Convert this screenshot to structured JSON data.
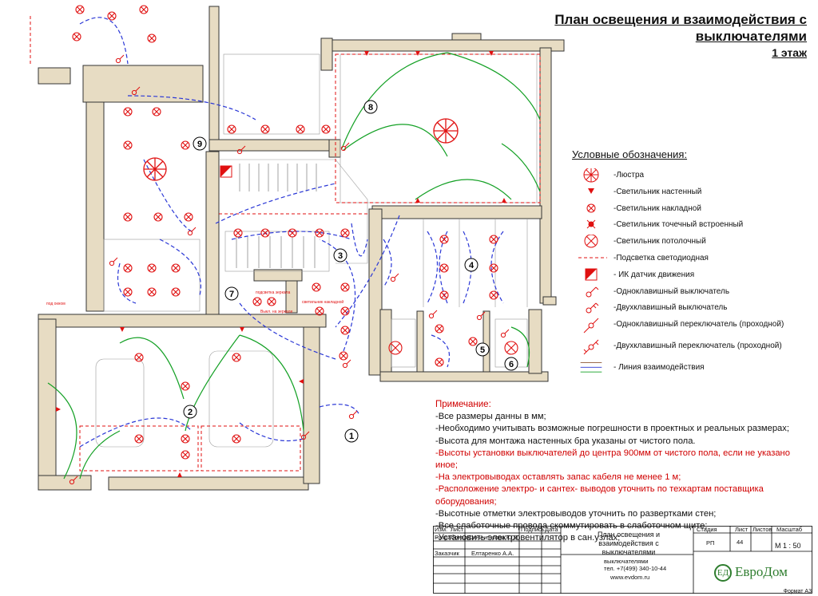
{
  "title": {
    "line1": "План освещения и взаимодействия с",
    "line2": "выключателями",
    "line3": "1 этаж"
  },
  "rooms": [
    "1",
    "2",
    "3",
    "4",
    "5",
    "6",
    "7",
    "8",
    "9"
  ],
  "plan_notes": {
    "a": "подсветка зеркала",
    "b": "Выкл. на зеркале",
    "c": "светильник накладной",
    "d": "под окном"
  },
  "legend": {
    "heading": "Условные обозначения:",
    "items": [
      "-Люстра",
      "-Светильник настенный",
      "-Светильник накладной",
      "-Светильник точечный встроенный",
      "-Светильник потолочный",
      "-Подсветка светодиодная",
      "- ИК датчик движения",
      "-Одноклавишный выключатель",
      "-Двухклавишный выключатель",
      "-Одноклавишный переключатель (проходной)",
      "-Двухклавишный переключатель (проходной)",
      "- Линия взаимодействия"
    ]
  },
  "notes": {
    "heading": "Примечание:",
    "lines": [
      {
        "t": "-Все размеры данны в мм;",
        "red": false
      },
      {
        "t": "-Необходимо учитывать возможные погрешности в проектных и реальных размерах;",
        "red": false
      },
      {
        "t": "-Высота для монтажа настенных бра указаны от чистого пола.",
        "red": false
      },
      {
        "t": "-Высоты установки выключателей до центра 900мм от чистого пола, если не указано иное;",
        "red": true
      },
      {
        "t": "-На электровыводах оставлять запас кабеля не менее 1 м;",
        "red": true
      },
      {
        "t": "-Расположение электро- и сантех- выводов уточнить по техкартам поставщика оборудования;",
        "red": true
      },
      {
        "t": "-Высотные отметки электровыводов уточнить по развертками стен;",
        "red": false
      },
      {
        "t": "-Все слаботочные провода скоммутировать в слаботочном щите;",
        "red": false
      },
      {
        "t": "-Установить электровентилятор в сан.узлах;",
        "red": false
      }
    ]
  },
  "stamp": {
    "izm": "Изм.",
    "list": "Лист",
    "podpis": "Подпись",
    "data": "Дата",
    "razrab": "Разработал",
    "razrab_name": "Синиченкова Ю.В.",
    "zakaz": "Заказчик",
    "zakaz_name": "Елтаренко А.А.",
    "doc_title": "План освещения и взаимодействия с выключателями",
    "phone": "тел. +7(499) 340-10-44",
    "site": "www.evdom.ru",
    "stadia": "Стадия",
    "list2": "Лист",
    "listov": "Листов",
    "masshtab": "Масштаб",
    "stadia_val": "РП",
    "list_val": "44",
    "scale_val": "М 1 : 50",
    "logo": "ЕвроДом",
    "format": "Формат А3"
  },
  "colors": {
    "wall": "#e7dcc3",
    "light": "#e01010",
    "line_blue": "#2a37d6",
    "line_green": "#13a024"
  }
}
